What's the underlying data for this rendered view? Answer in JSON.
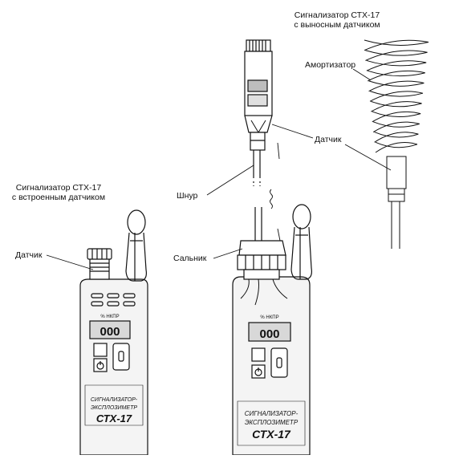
{
  "labels": {
    "builtin_title_line1": "Сигнализатор СТХ-17",
    "builtin_title_line2": "с встроенным датчиком",
    "remote_title_line1": "Сигнализатор СТХ-17",
    "remote_title_line2": "с выносным датчиком",
    "shock_absorber": "Амортизатор",
    "sensor_left": "Датчик",
    "sensor_right": "Датчик",
    "cord": "Шнур",
    "gland": "Сальник"
  },
  "device": {
    "display_value": "000",
    "scale_label": "% НКПР",
    "body_text_line1": "СИГНАЛИЗАТОР-",
    "body_text_line2": "ЭКСПЛОЗИМЕТР",
    "model": "СТХ-17"
  },
  "colors": {
    "line": "#111111",
    "body_fill": "#f4f4f4",
    "display_fill": "#d8d8d8"
  }
}
